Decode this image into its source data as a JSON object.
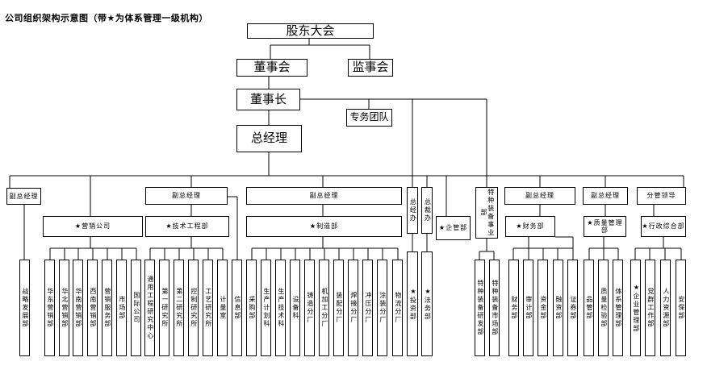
{
  "title": "公司组织架构示意图（带★为体系管理一级机构）",
  "nodes": [
    {
      "id": "gdh",
      "label": "股东大会"
    },
    {
      "id": "dsh",
      "label": "董事会"
    },
    {
      "id": "jsh",
      "label": "监事会"
    },
    {
      "id": "dsz",
      "label": "董事长"
    },
    {
      "id": "zwtd",
      "label": "专务团队"
    },
    {
      "id": "zjl",
      "label": "总经理"
    },
    {
      "id": "fzj1",
      "label": "副总经理"
    },
    {
      "id": "fzj2",
      "label": "副总经理"
    },
    {
      "id": "fzj3",
      "label": "副总经理"
    },
    {
      "id": "zjbb",
      "label": "总经办"
    },
    {
      "id": "zcb",
      "label": "总裁办"
    },
    {
      "id": "tzsyb",
      "label": "特种装备事业部"
    },
    {
      "id": "fzj4",
      "label": "副总经理"
    },
    {
      "id": "fzj5",
      "label": "副总经理"
    },
    {
      "id": "fgld",
      "label": "分管领导"
    },
    {
      "id": "yxgs",
      "label": "★营销公司"
    },
    {
      "id": "jsgcb",
      "label": "★技术工程部"
    },
    {
      "id": "zzb",
      "label": "★制造部"
    },
    {
      "id": "qgb",
      "label": "★企管部"
    },
    {
      "id": "cwb",
      "label": "★财务部"
    },
    {
      "id": "zlglb",
      "label": "★质量管理部"
    },
    {
      "id": "xzzhb",
      "label": "★行政综合部"
    },
    {
      "id": "l1",
      "label": "战略发展部"
    },
    {
      "id": "l2",
      "label": "华东营销部"
    },
    {
      "id": "l3",
      "label": "华北营销部"
    },
    {
      "id": "l4",
      "label": "华南营销部"
    },
    {
      "id": "l5",
      "label": "西南营销部"
    },
    {
      "id": "l6",
      "label": "营销服务部"
    },
    {
      "id": "l7",
      "label": "市场部"
    },
    {
      "id": "l8",
      "label": "国际公司"
    },
    {
      "id": "l9",
      "label": "通用工程研究中心"
    },
    {
      "id": "l10",
      "label": "第一研究所"
    },
    {
      "id": "l11",
      "label": "第二研究所"
    },
    {
      "id": "l12",
      "label": "控制研究所"
    },
    {
      "id": "l13",
      "label": "工艺研究所"
    },
    {
      "id": "l14",
      "label": "计量室"
    },
    {
      "id": "l15",
      "label": "信息部"
    },
    {
      "id": "l16",
      "label": "采购部"
    },
    {
      "id": "l17",
      "label": "生产计划科"
    },
    {
      "id": "l18",
      "label": "生产技术科"
    },
    {
      "id": "l19",
      "label": "设备科"
    },
    {
      "id": "l20",
      "label": "铸造分厂"
    },
    {
      "id": "l21",
      "label": "机加工分厂"
    },
    {
      "id": "l22",
      "label": "装配分厂"
    },
    {
      "id": "l23",
      "label": "焊接分厂"
    },
    {
      "id": "l24",
      "label": "冲压分厂"
    },
    {
      "id": "l25",
      "label": "涂装分厂"
    },
    {
      "id": "l26",
      "label": "物流分厂"
    },
    {
      "id": "l27",
      "label": "★投资部"
    },
    {
      "id": "l28",
      "label": "★法务部"
    },
    {
      "id": "l29",
      "label": "特种装备研发部"
    },
    {
      "id": "l30",
      "label": "特种装备市场部"
    },
    {
      "id": "l31",
      "label": "财务部"
    },
    {
      "id": "l32",
      "label": "审计部"
    },
    {
      "id": "l33",
      "label": "资金部"
    },
    {
      "id": "l34",
      "label": "融资部"
    },
    {
      "id": "l35",
      "label": "证券部"
    },
    {
      "id": "l36",
      "label": "品管部"
    },
    {
      "id": "l37",
      "label": "质量检验部"
    },
    {
      "id": "l38",
      "label": "体系管理部"
    },
    {
      "id": "l39",
      "label": "★企业管理部"
    },
    {
      "id": "l40",
      "label": "党群工作部"
    },
    {
      "id": "l41",
      "label": "人力资源部"
    },
    {
      "id": "l42",
      "label": "安保部"
    }
  ]
}
